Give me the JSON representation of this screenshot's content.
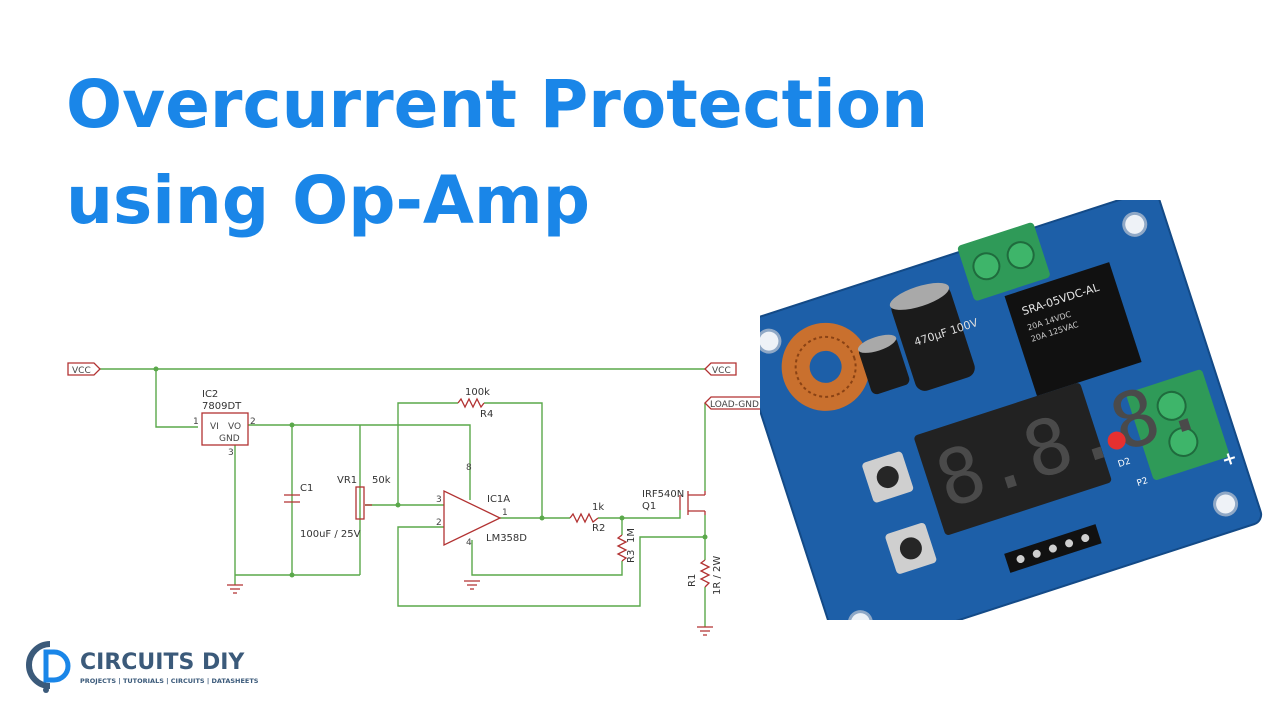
{
  "title": {
    "line1": "Overcurrent Protection",
    "line2": "using Op-Amp"
  },
  "schematic": {
    "nets": {
      "vcc_left": "VCC",
      "vcc_right": "VCC",
      "load_gnd": "LOAD-GND"
    },
    "ic2": {
      "ref": "IC2",
      "part": "7809DT",
      "pin_vi": "VI",
      "pin_vo": "VO",
      "pin_gnd": "GND",
      "pin1": "1",
      "pin2": "2",
      "pin3": "3"
    },
    "c1": {
      "ref": "C1",
      "value": "100uF / 25V"
    },
    "vr1": {
      "ref": "VR1",
      "value": "50k"
    },
    "r4": {
      "ref": "R4",
      "value": "100k"
    },
    "ic1a": {
      "ref": "IC1A",
      "part": "LM358D",
      "pin8": "8",
      "pin3": "3",
      "pin2": "2",
      "pin1": "1",
      "pin4": "4"
    },
    "r2": {
      "ref": "R2",
      "value": "1k"
    },
    "r3": {
      "ref": "R3",
      "value": "1M"
    },
    "q1": {
      "ref": "Q1",
      "part": "IRF540N"
    },
    "r1": {
      "ref": "R1",
      "value": "1R / 2W"
    }
  },
  "board": {
    "display": "8.8.8.",
    "relay_text": [
      "SRA-05VDC-AL",
      "20A 14VDC",
      "20A 125VAC"
    ],
    "cap_text": "470µF 100V",
    "marks": {
      "plus": "+",
      "d2": "D2",
      "p2": "P2"
    }
  },
  "logo": {
    "name": "CIRCUITS DIY",
    "tagline": "PROJECTS | TUTORIALS | CIRCUITS | DATASHEETS"
  },
  "colors": {
    "title": "#1a86e8",
    "wire": "#5aa84a",
    "component": "#b23232",
    "pcb": "#1d5fa8",
    "terminal": "#2f9a58"
  }
}
